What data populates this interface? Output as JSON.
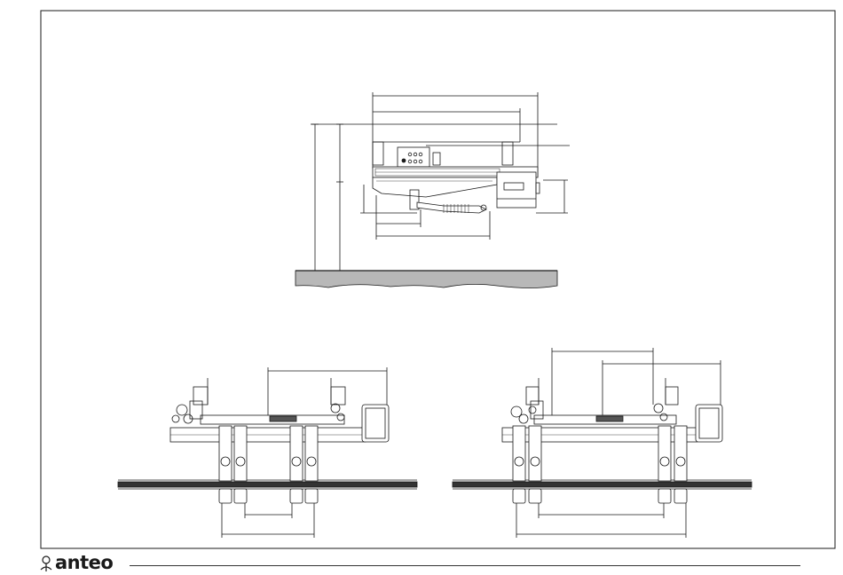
{
  "brand": {
    "name": "anteo",
    "logo_icon": "anteo-logo-icon"
  },
  "colors": {
    "line": "#1a1a1a",
    "ground": "#b8b8b8",
    "rail": "#333333",
    "background": "#ffffff"
  },
  "views": [
    {
      "id": "side-view",
      "description_icon": "tail-lift-side-elevation"
    },
    {
      "id": "rear-view-left",
      "description_icon": "tail-lift-rear-elevation"
    },
    {
      "id": "rear-view-right",
      "description_icon": "tail-lift-rear-elevation"
    }
  ]
}
